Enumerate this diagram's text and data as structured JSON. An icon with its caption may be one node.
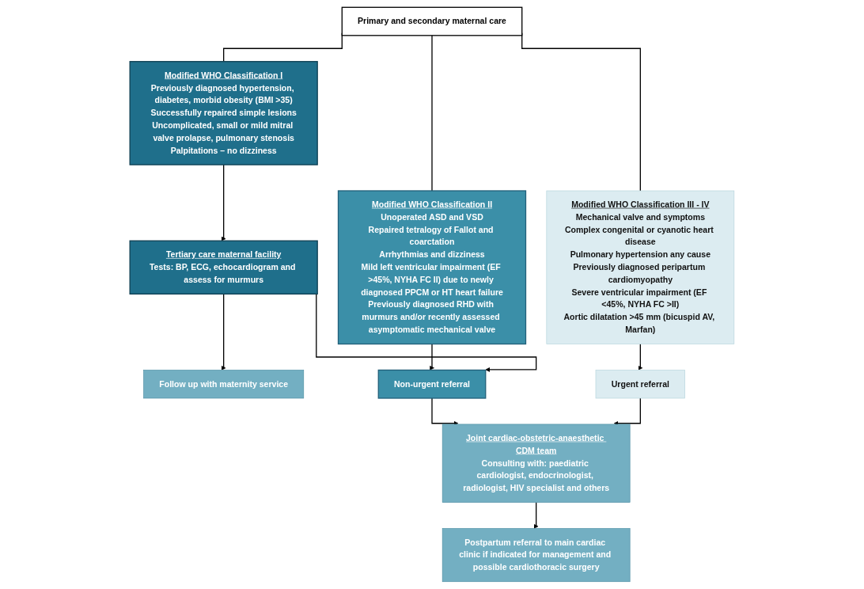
{
  "diagram": {
    "nodes": [
      {
        "text": [
          "Primary and secondary maternal care"
        ]
      },
      {
        "text": [
          "Modified WHO Classification I",
          "Previously diagnosed hypertension, diabetes, morbid obesity (BMI >35)",
          "Successfully repaired simple lesions",
          "Uncomplicated, small or mild mitral valve prolapse, pulmonary stenosis",
          "Palpitations – no dizziness"
        ]
      },
      {
        "text": [
          "Modified WHO Classification II",
          "Unoperated ASD and VSD",
          "Repaired tetralogy of Fallot and coarctation",
          "Arrhythmias and dizziness",
          "Mild left ventricular impairment (EF >45%, NYHA FC II) due to newly diagnosed PPCM or HT heart failure",
          "Previously diagnosed RHD with murmurs and/or recently assessed asymptomatic mechanical valve"
        ]
      },
      {
        "text": [
          "Modified WHO Classification III - IV",
          "Mechanical valve and symptoms",
          "Complex congenital or cyanotic heart disease",
          "Pulmonary hypertension any cause",
          "Previously diagnosed peripartum cardiomyopathy",
          "Severe ventricular impairment (EF <45%, NYHA FC >II)",
          "Aortic dilatation >45 mm (bicuspid AV, Marfan)"
        ]
      },
      {
        "text": [
          "Tertiary care maternal facility",
          "Tests: BP, ECG, echocardiogram and assess for murmurs"
        ]
      },
      {
        "text": [
          "Non-urgent referral"
        ]
      },
      {
        "text": [
          "Urgent referral"
        ]
      },
      {
        "text": [
          "Follow up with maternity service"
        ]
      },
      {
        "text": [
          "Joint cardiac-obstetric-anaesthetic CDM team",
          "Consulting with: paediatric cardiologist, endocrinologist, radiologist, HIV specialist and others"
        ]
      },
      {
        "text": [
          "Postpartum referral to main cardiac clinic if indicated for management and possible cardiothoracic surgery"
        ]
      }
    ],
    "edges": [
      {
        "from": 0,
        "to": 1,
        "arrow": "none"
      },
      {
        "from": 0,
        "to": 2,
        "arrow": "none"
      },
      {
        "from": 0,
        "to": 3,
        "arrow": "none"
      },
      {
        "from": 1,
        "to": 4,
        "arrow": "to"
      },
      {
        "from": 2,
        "to": 5,
        "arrow": "to"
      },
      {
        "from": 3,
        "to": 6,
        "arrow": "to"
      },
      {
        "from": 4,
        "to": 5,
        "arrow": "to"
      },
      {
        "from": 4,
        "to": 7,
        "arrow": "to"
      },
      {
        "from": 5,
        "to": 8,
        "arrow": "to"
      },
      {
        "from": 6,
        "to": 8,
        "arrow": "to"
      },
      {
        "from": 8,
        "to": 9,
        "arrow": "to"
      }
    ]
  }
}
